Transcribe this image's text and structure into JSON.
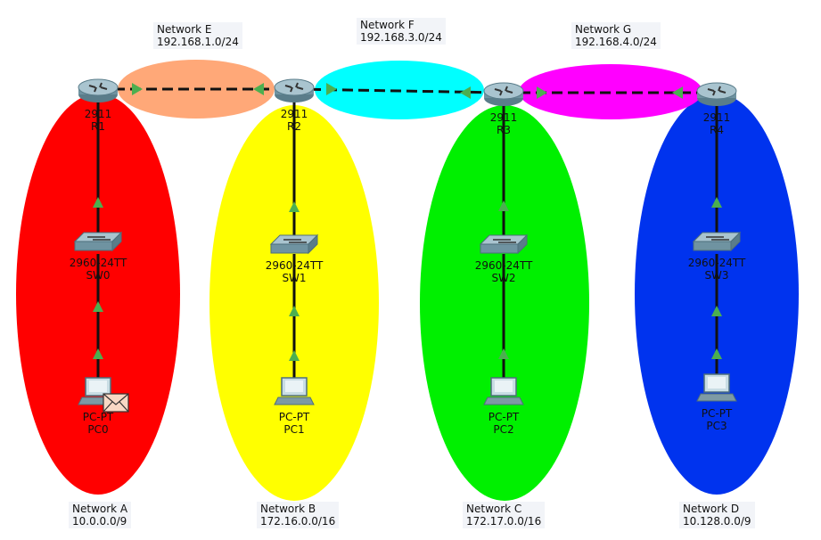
{
  "networks": [
    {
      "name": "Network A",
      "subnet": "10.0.0.0/9",
      "color": "#ff0000"
    },
    {
      "name": "Network B",
      "subnet": "172.16.0.0/16",
      "color": "#ffff00"
    },
    {
      "name": "Network C",
      "subnet": "172.17.0.0/16",
      "color": "#00f000"
    },
    {
      "name": "Network D",
      "subnet": "10.128.0.0/9",
      "color": "#0033ee"
    },
    {
      "name": "Network E",
      "subnet": "192.168.1.0/24",
      "color": "#ffa878"
    },
    {
      "name": "Network F",
      "subnet": "192.168.3.0/24",
      "color": "#00ffff"
    },
    {
      "name": "Network G",
      "subnet": "192.168.4.0/24",
      "color": "#ff00ff"
    }
  ],
  "routers": [
    {
      "model": "2911",
      "name": "R1"
    },
    {
      "model": "2911",
      "name": "R2"
    },
    {
      "model": "2911",
      "name": "R3"
    },
    {
      "model": "2911",
      "name": "R4"
    }
  ],
  "switches": [
    {
      "model": "2960-24TT",
      "name": "SW0"
    },
    {
      "model": "2960-24TT",
      "name": "SW1"
    },
    {
      "model": "2960-24TT",
      "name": "SW2"
    },
    {
      "model": "2960-24TT",
      "name": "SW3"
    }
  ],
  "pcs": [
    {
      "model": "PC-PT",
      "name": "PC0",
      "has_message": true
    },
    {
      "model": "PC-PT",
      "name": "PC1",
      "has_message": false
    },
    {
      "model": "PC-PT",
      "name": "PC2",
      "has_message": false
    },
    {
      "model": "PC-PT",
      "name": "PC3",
      "has_message": false
    }
  ],
  "link_status_color": "#4caf50",
  "icons": {
    "router": "router-icon",
    "switch": "switch-icon",
    "pc": "pc-icon",
    "message": "envelope-icon"
  }
}
